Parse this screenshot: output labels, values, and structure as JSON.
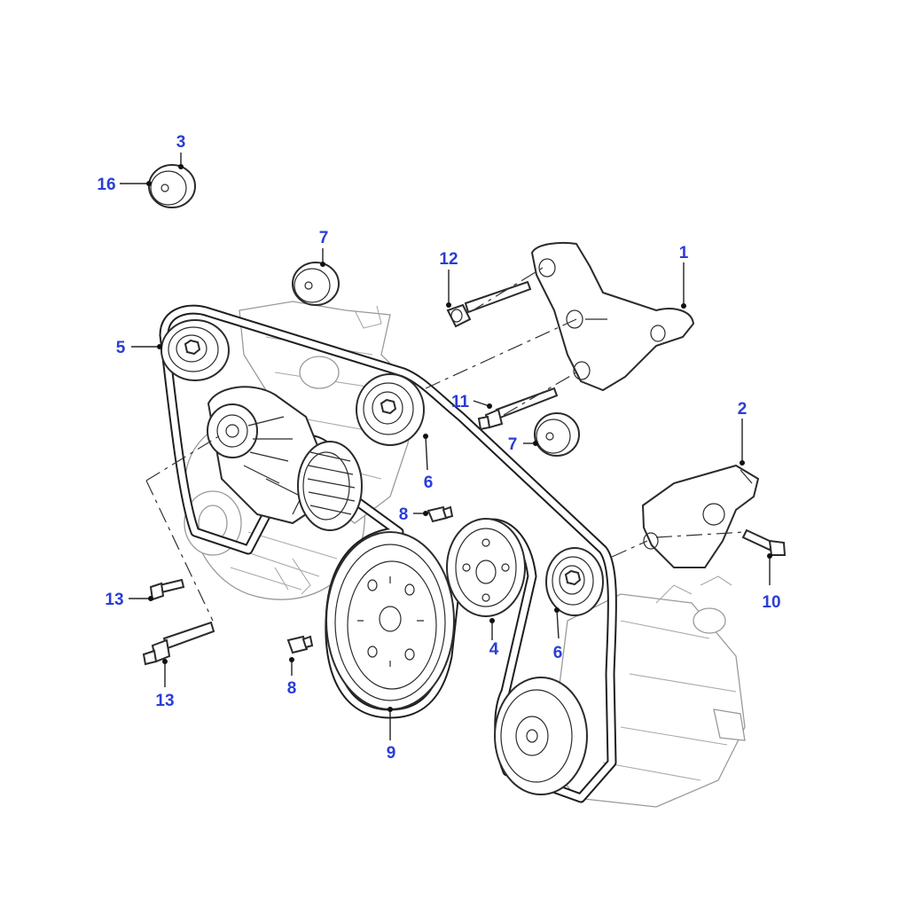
{
  "callouts": {
    "c1": "1",
    "c2": "2",
    "c3": "3",
    "c4": "4",
    "c5": "5",
    "c6a": "6",
    "c6b": "6",
    "c7a": "7",
    "c7b": "7",
    "c8a": "8",
    "c8b": "8",
    "c9": "9",
    "c10": "10",
    "c11": "11",
    "c12": "12",
    "c13a": "13",
    "c13b": "13",
    "c16": "16"
  },
  "colors": {
    "callout": "#2a3dd6",
    "linework": "#2b2b2b",
    "ghost": "#9a9a9a"
  }
}
